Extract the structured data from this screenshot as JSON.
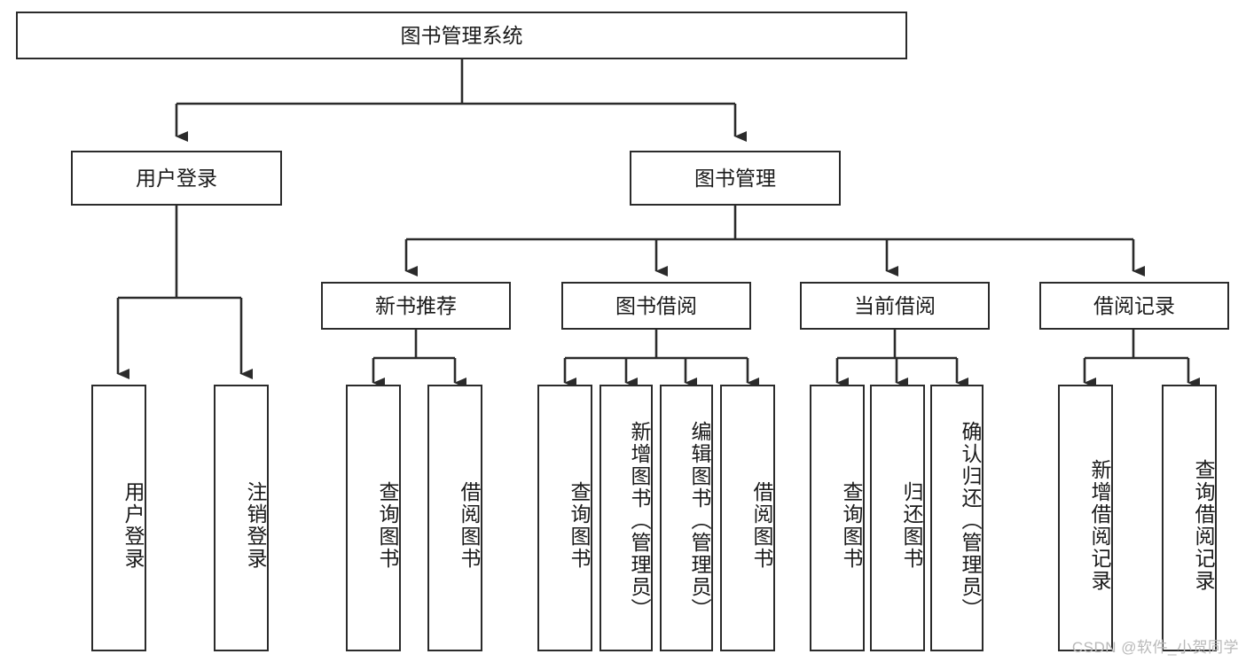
{
  "diagram": {
    "title": "图书管理系统",
    "watermark": "CSDN @软件_小贺同学",
    "style": {
      "border_color": "#2b2b2b",
      "fill_color": "#ffffff",
      "text_color": "#1a1a1a",
      "watermark_color": "#b9b9b9"
    },
    "nodes": {
      "root": {
        "label": "图书管理系统",
        "level": 0
      },
      "l1": [
        {
          "id": "user_login",
          "label": "用户登录"
        },
        {
          "id": "book_manage",
          "label": "图书管理"
        }
      ],
      "l2": [
        {
          "id": "new_book_rec",
          "label": "新书推荐",
          "parent": "book_manage"
        },
        {
          "id": "book_borrow",
          "label": "图书借阅",
          "parent": "book_manage"
        },
        {
          "id": "current_borrow",
          "label": "当前借阅",
          "parent": "book_manage"
        },
        {
          "id": "borrow_record",
          "label": "借阅记录",
          "parent": "book_manage"
        }
      ],
      "leaves": [
        {
          "id": "leaf_user_login",
          "label": "用户登录",
          "parent": "user_login"
        },
        {
          "id": "leaf_logout",
          "label": "注销登录",
          "parent": "user_login"
        },
        {
          "id": "leaf_query_book_1",
          "label": "查询图书",
          "parent": "new_book_rec"
        },
        {
          "id": "leaf_borrow_book_1",
          "label": "借阅图书",
          "parent": "new_book_rec"
        },
        {
          "id": "leaf_query_book_2",
          "label": "查询图书",
          "parent": "book_borrow"
        },
        {
          "id": "leaf_add_book",
          "label": "新增图书（管理员）",
          "parent": "book_borrow"
        },
        {
          "id": "leaf_edit_book",
          "label": "编辑图书（管理员）",
          "parent": "book_borrow"
        },
        {
          "id": "leaf_borrow_book_2",
          "label": "借阅图书",
          "parent": "book_borrow"
        },
        {
          "id": "leaf_query_book_3",
          "label": "查询图书",
          "parent": "current_borrow"
        },
        {
          "id": "leaf_return_book",
          "label": "归还图书",
          "parent": "current_borrow"
        },
        {
          "id": "leaf_confirm_return",
          "label": "确认归还（管理员）",
          "parent": "current_borrow"
        },
        {
          "id": "leaf_add_record",
          "label": "新增借阅记录",
          "parent": "borrow_record"
        },
        {
          "id": "leaf_query_record",
          "label": "查询借阅记录",
          "parent": "borrow_record"
        }
      ]
    }
  }
}
